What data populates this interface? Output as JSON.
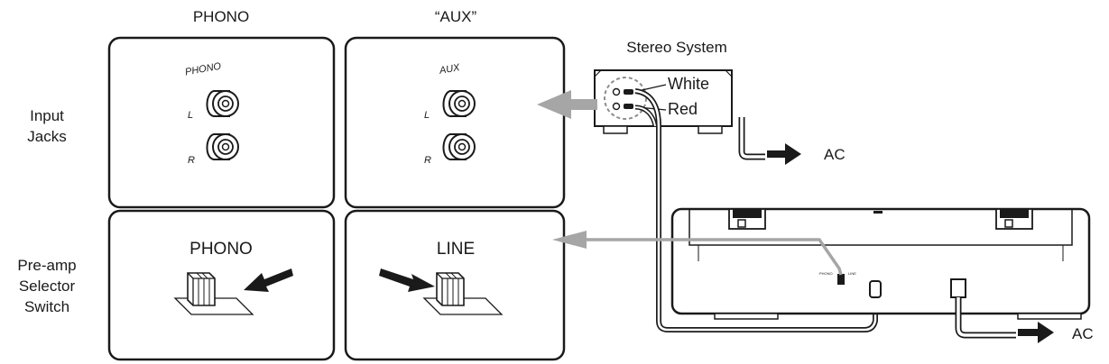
{
  "labels": {
    "phono_header": "PHONO",
    "aux_header": "“AUX”",
    "stereo_system": "Stereo System",
    "input_jacks_line1": "Input",
    "input_jacks_line2": "Jacks",
    "preamp_line1": "Pre-amp",
    "preamp_line2": "Selector",
    "preamp_line3": "Switch",
    "white": "White",
    "red": "Red",
    "ac_top": "AC",
    "ac_bottom": "AC"
  },
  "phono_panel": {
    "jack_title": "PHONO",
    "left": "L",
    "right": "R",
    "switch_label": "PHONO"
  },
  "aux_panel": {
    "jack_title": "AUX",
    "left": "L",
    "right": "R",
    "switch_label": "LINE"
  },
  "turntable": {
    "switch_phono": "PHONO",
    "switch_line": "LINE"
  },
  "colors": {
    "line": "#1a1a1a",
    "arrow_gray": "#a6a6a6",
    "dashed_circle": "#8c8c8c"
  }
}
